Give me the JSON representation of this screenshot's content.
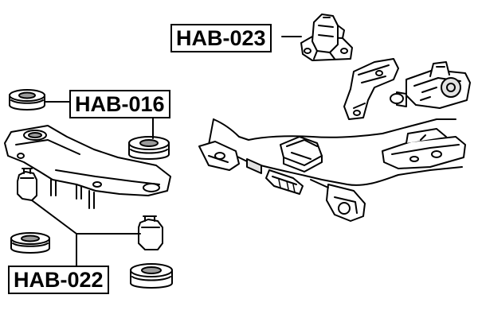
{
  "labels": {
    "hab_023": "HAB-023",
    "hab_016": "HAB-016",
    "hab_022": "HAB-022"
  },
  "colors": {
    "line": "#000000",
    "background": "#ffffff",
    "shade": "#e2e2e2",
    "dark_shade": "#9a9a9a"
  }
}
